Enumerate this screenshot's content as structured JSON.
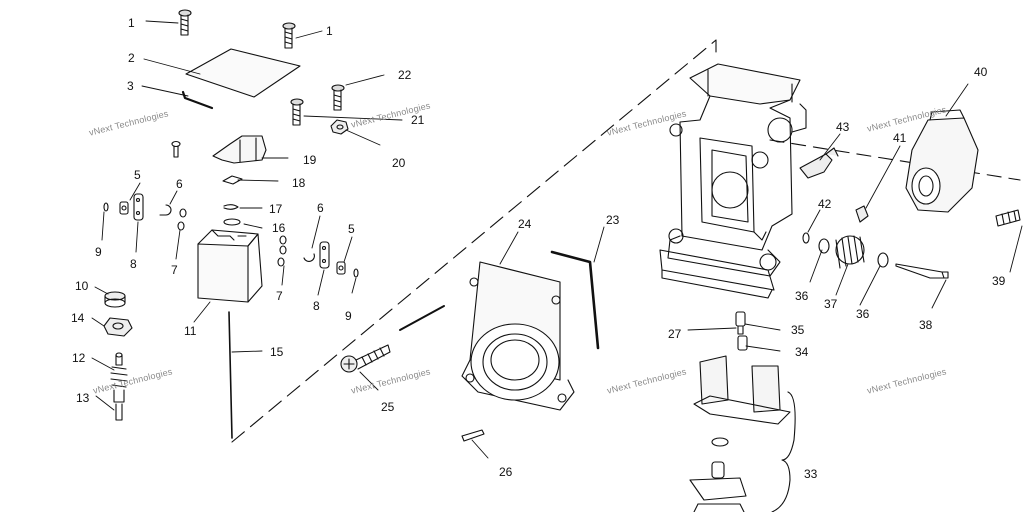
{
  "diagram": {
    "watermark": "vNext Technologies",
    "callouts": [
      "1",
      "1",
      "2",
      "3",
      "22",
      "21",
      "20",
      "19",
      "18",
      "5",
      "6",
      "17",
      "16",
      "9",
      "8",
      "7",
      "10",
      "14",
      "11",
      "15",
      "12",
      "13",
      "6",
      "5",
      "8",
      "9",
      "7",
      "24",
      "23",
      "25",
      "26",
      "43",
      "41",
      "40",
      "42",
      "36",
      "37",
      "36",
      "39",
      "38",
      "27",
      "35",
      "34",
      "33"
    ]
  }
}
